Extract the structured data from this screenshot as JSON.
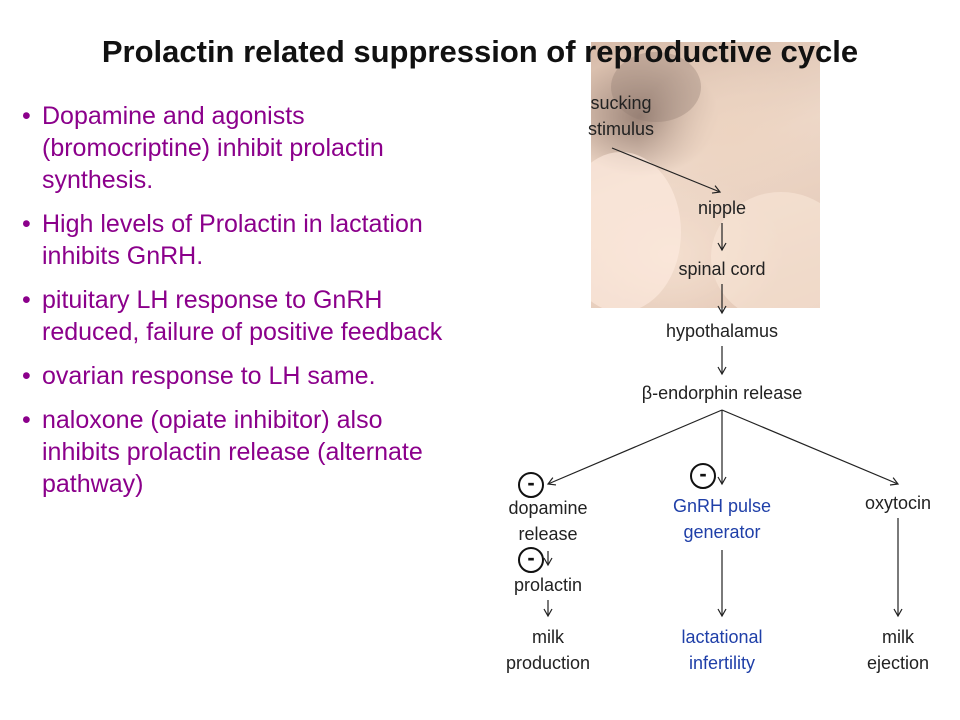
{
  "title": "Prolactin related suppression of reproductive cycle",
  "bullets": [
    "Dopamine and agonists (bromocriptine) inhibit prolactin synthesis.",
    "High levels of Prolactin in lactation inhibits GnRH.",
    "pituitary LH response to GnRH reduced, failure of positive feedback",
    "ovarian response to LH same.",
    "naloxone (opiate inhibitor) also inhibits prolactin release (alternate pathway)"
  ],
  "colors": {
    "bullet_text": "#8b008b",
    "gnrh_text": "#1f3fa8",
    "diagram_text": "#222222"
  },
  "diagram": {
    "sucking_stimulus": "sucking\nstimulus",
    "nipple": "nipple",
    "spinal_cord": "spinal cord",
    "hypothalamus": "hypothalamus",
    "endorphin": "β-endorphin release",
    "dopamine_release": "dopamine\nrelease",
    "gnrh_pulse": "GnRH pulse\ngenerator",
    "oxytocin": "oxytocin",
    "prolactin": "prolactin",
    "milk_production": "milk\nproduction",
    "lactational_infertility": "lactational\ninfertility",
    "milk_ejection": "milk\nejection",
    "inhibit_symbol": "-"
  }
}
